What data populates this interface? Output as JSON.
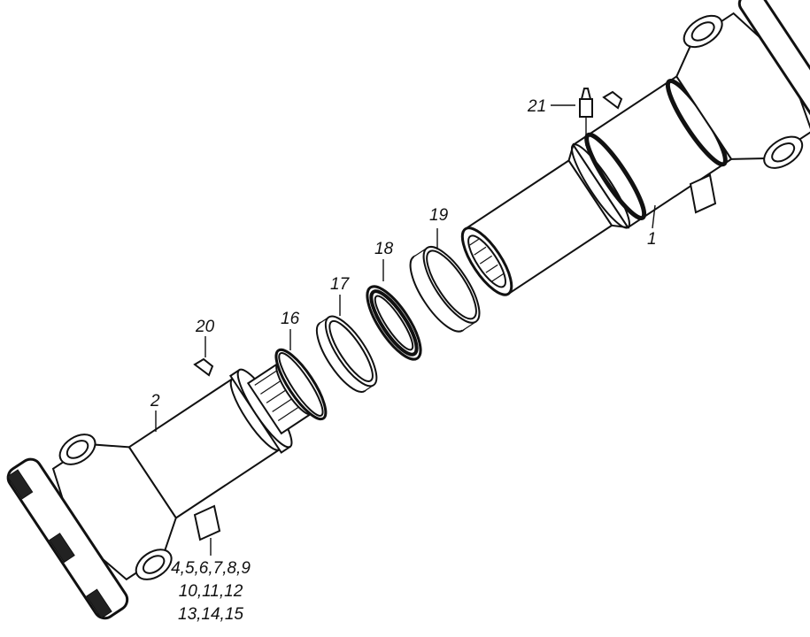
{
  "title": "Propeller shaft exploded view",
  "callouts": {
    "c1": "1",
    "c2": "2",
    "c16": "16",
    "c17": "17",
    "c18": "18",
    "c19": "19",
    "c20": "20",
    "c21": "21",
    "c_group_line1": "4,5,6,7,8,9",
    "c_group_line2": "10,11,12",
    "c_group_line3": "13,14,15"
  }
}
